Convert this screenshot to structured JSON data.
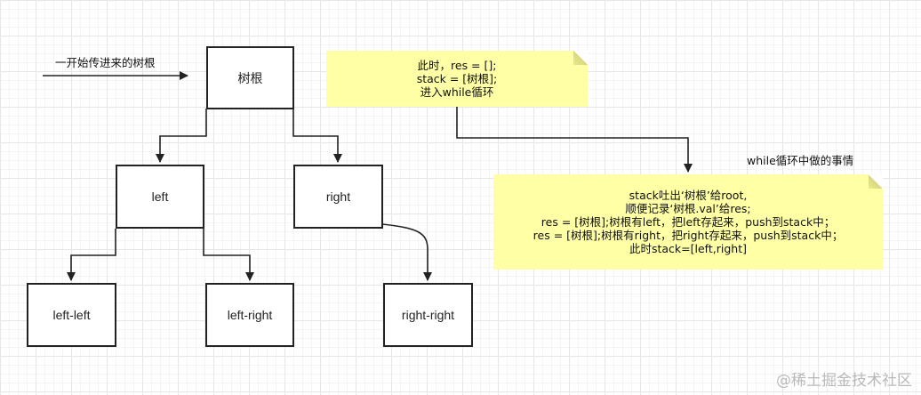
{
  "start_label": "一开始传进来的树根",
  "nodes": {
    "root": "树根",
    "left": "left",
    "right": "right",
    "left_left": "left-left",
    "left_right": "left-right",
    "right_right": "right-right"
  },
  "note_top": {
    "lines": [
      "此时，res = [];",
      "stack = [树根];",
      "进入while循环"
    ]
  },
  "while_label": "while循环中做的事情",
  "note_bottom": {
    "lines": [
      "stack吐出‘树根’给root,",
      "顺便记录‘树根.val’给res;",
      "res = [树根];树根有left，把left存起来，push到stack中；",
      "res = [树根];树根有right，把right存起来，push到stack中；",
      "此时stack=[left,right]"
    ]
  },
  "watermark": "@稀土掘金技术社区",
  "colors": {
    "note_fill": "#ffffa6",
    "stroke": "#222222",
    "grid": "#e6e6e6"
  }
}
